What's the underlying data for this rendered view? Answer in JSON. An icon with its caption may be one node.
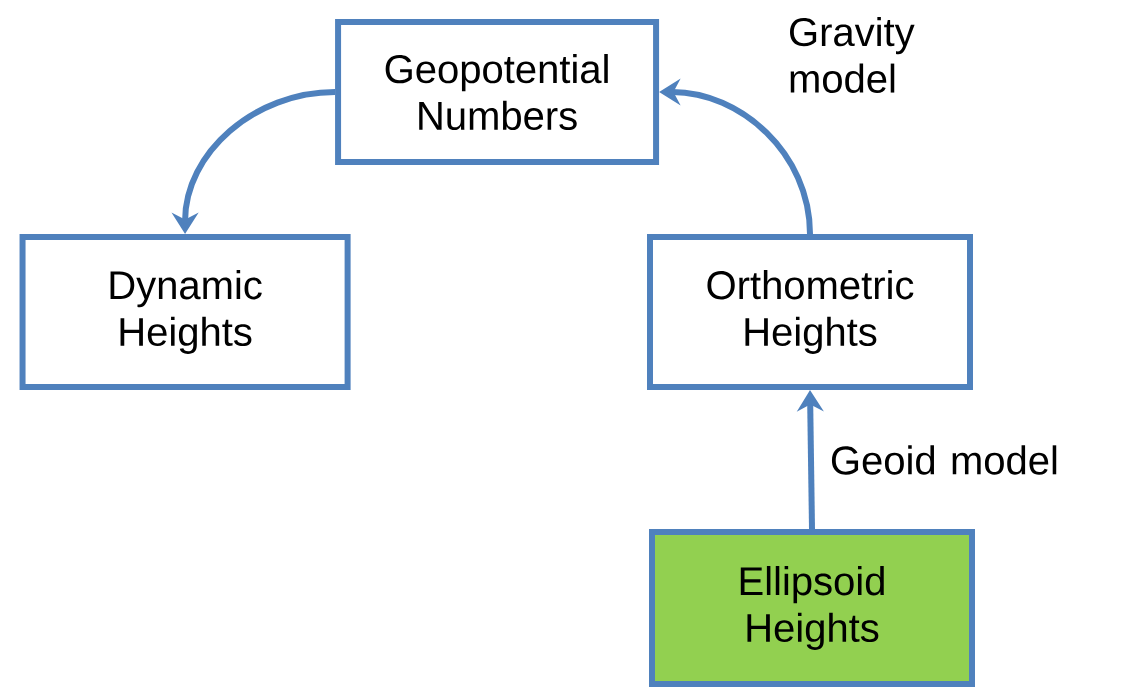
{
  "diagram": {
    "nodes": [
      {
        "text": [
          "Geopotential Numbers"
        ]
      },
      {
        "text": [
          "Dynamic Heights"
        ]
      },
      {
        "text": [
          "Orthometric Heights"
        ]
      },
      {
        "text": [
          "Ellipsoid Heights"
        ]
      }
    ],
    "edges": [
      {
        "from": 0,
        "to": 1,
        "arrow": "to"
      },
      {
        "from": 2,
        "to": 0,
        "arrow": "to",
        "label": "Gravity model"
      },
      {
        "from": 3,
        "to": 2,
        "arrow": "to",
        "label": "Geoid model"
      }
    ]
  }
}
